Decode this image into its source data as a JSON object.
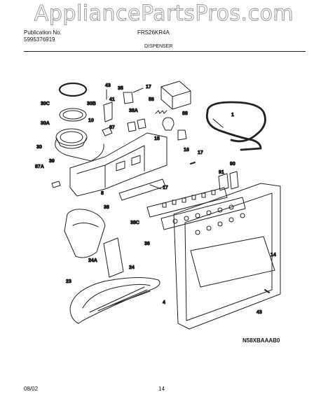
{
  "watermark": "AppliancePartsPros.com",
  "header": {
    "publication_label": "Publication No.",
    "publication_number": "5995376919",
    "model": "FRS26KR4A",
    "section": "DISPENSER"
  },
  "diagram": {
    "code": "N58XBAAAB0",
    "callouts": [
      "30C",
      "43",
      "35",
      "17",
      "41",
      "30B",
      "56",
      "88",
      "38A",
      "30A",
      "10",
      "87",
      "1",
      "30",
      "15",
      "16",
      "39",
      "17",
      "87A",
      "91",
      "90",
      "8",
      "17",
      "38",
      "38C",
      "36",
      "24A",
      "24",
      "23",
      "14",
      "4",
      "43"
    ]
  },
  "footer": {
    "date": "08/02",
    "page": "14"
  }
}
